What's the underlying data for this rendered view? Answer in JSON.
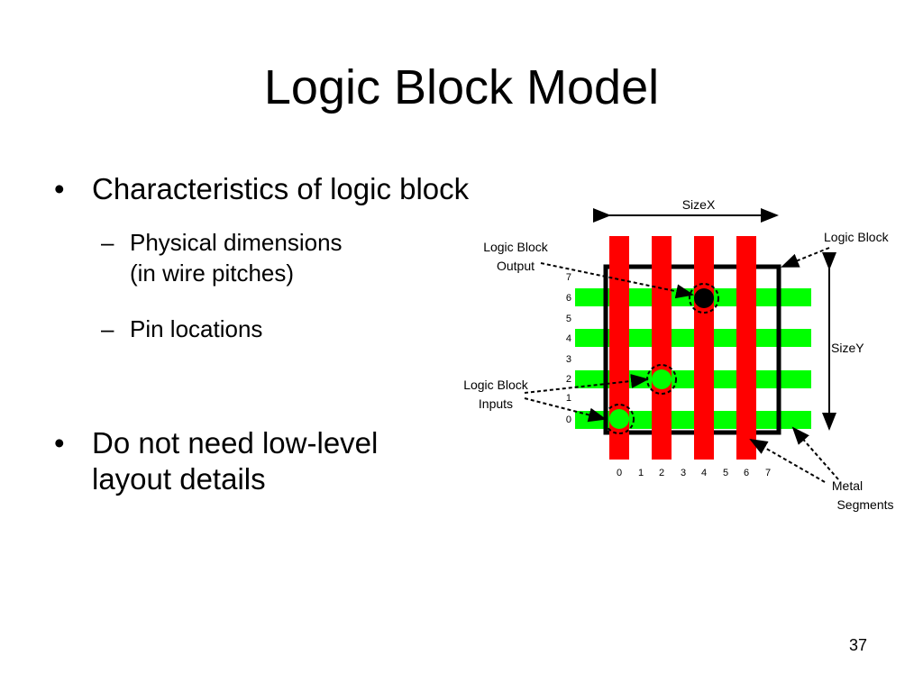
{
  "slide": {
    "title": "Logic Block Model",
    "page_number": "37"
  },
  "bullets": [
    {
      "lines": [
        "Characteristics of logic block"
      ],
      "sub": [
        {
          "lines": [
            "Physical dimensions",
            "(in wire pitches)"
          ]
        },
        {
          "lines": [
            "Pin locations"
          ]
        }
      ]
    },
    {
      "lines": [
        "Do not need low-level",
        "layout details"
      ]
    }
  ],
  "markers": {
    "bullet": "•",
    "dash": "–"
  },
  "diagram": {
    "size_x_label": "SizeX",
    "size_y_label": "SizeY",
    "logic_block_label": "Logic Block",
    "output_label": [
      "Logic Block",
      "Output"
    ],
    "inputs_label": [
      "Logic Block",
      "Inputs"
    ],
    "metal_label": [
      "Metal",
      "Segments"
    ],
    "y_ticks": [
      "7",
      "6",
      "5",
      "4",
      "3",
      "2",
      "1",
      "0"
    ],
    "x_ticks": [
      "0",
      "1",
      "2",
      "3",
      "4",
      "5",
      "6",
      "7"
    ],
    "colors": {
      "vertical_wire": "#ff0000",
      "horizontal_wire": "#00ff00",
      "block_outline": "#000000",
      "output_pin": "#000000",
      "input_pin": "#00ff00"
    }
  }
}
